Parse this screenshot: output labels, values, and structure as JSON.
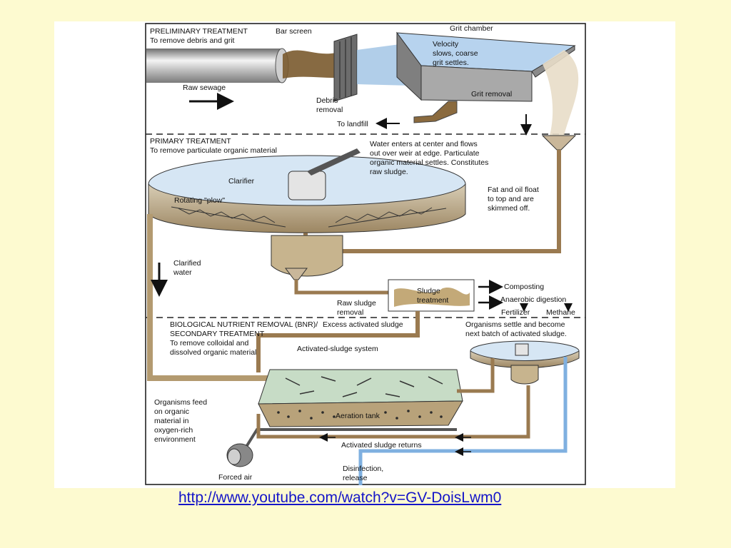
{
  "sections": {
    "preliminary": {
      "heading": "PRELIMINARY TREATMENT",
      "subheading": "To remove debris and grit"
    },
    "primary": {
      "heading": "PRIMARY TREATMENT",
      "subheading": "To remove particulate organic material"
    },
    "secondary": {
      "heading_line1": "BIOLOGICAL NUTRIENT REMOVAL (BNR)/",
      "heading_line2": "SECONDARY TREATMENT",
      "subheading_line1": "To remove colloidal and",
      "subheading_line2": "dissolved organic material"
    }
  },
  "labels": {
    "bar_screen": "Bar screen",
    "grit_chamber": "Grit chamber",
    "velocity_line1": "Velocity",
    "velocity_line2": "slows, coarse",
    "velocity_line3": "grit settles.",
    "grit_removal": "Grit removal",
    "raw_sewage": "Raw sewage",
    "debris_line1": "Debris",
    "debris_line2": "removal",
    "to_landfill": "To landfill",
    "water_enters_line1": "Water enters at center and flows",
    "water_enters_line2": "out over weir at edge.  Particulate",
    "water_enters_line3": "organic material settles.  Constitutes",
    "water_enters_line4": "raw sludge.",
    "clarifier": "Clarifier",
    "rotating_plow": "Rotating \"plow\"",
    "fat_oil_line1": "Fat and oil float",
    "fat_oil_line2": "to top and are",
    "fat_oil_line3": "skimmed off.",
    "clarified_line1": "Clarified",
    "clarified_line2": "water",
    "sludge_treatment_line1": "Sludge",
    "sludge_treatment_line2": "treatment",
    "raw_sludge_line1": "Raw sludge",
    "raw_sludge_line2": "removal",
    "composting": "Composting",
    "anaerobic": "Anaerobic digestion",
    "fertilizer": "Fertilizer",
    "methane": "Methane",
    "excess_sludge": "Excess activated sludge",
    "organisms_settle_line1": "Organisms settle and become",
    "organisms_settle_line2": "next batch of activated sludge.",
    "activated_system": "Activated-sludge system",
    "organisms_feed_line1": "Organisms feed",
    "organisms_feed_line2": "on organic",
    "organisms_feed_line3": "material in",
    "organisms_feed_line4": "oxygen-rich",
    "organisms_feed_line5": "environment",
    "aeration_tank": "Aeration tank",
    "activated_returns": "Activated sludge returns",
    "forced_air": "Forced air",
    "disinfection_line1": "Disinfection,",
    "disinfection_line2": "release"
  },
  "link": {
    "text": "http://www.youtube.com/watch?v=GV-DoisLwm0"
  },
  "colors": {
    "slide_background": "#fdfad0",
    "pipe_brown": "#9a7a50",
    "water_blue": "#a8c8e8",
    "link_blue": "#1515c8"
  }
}
